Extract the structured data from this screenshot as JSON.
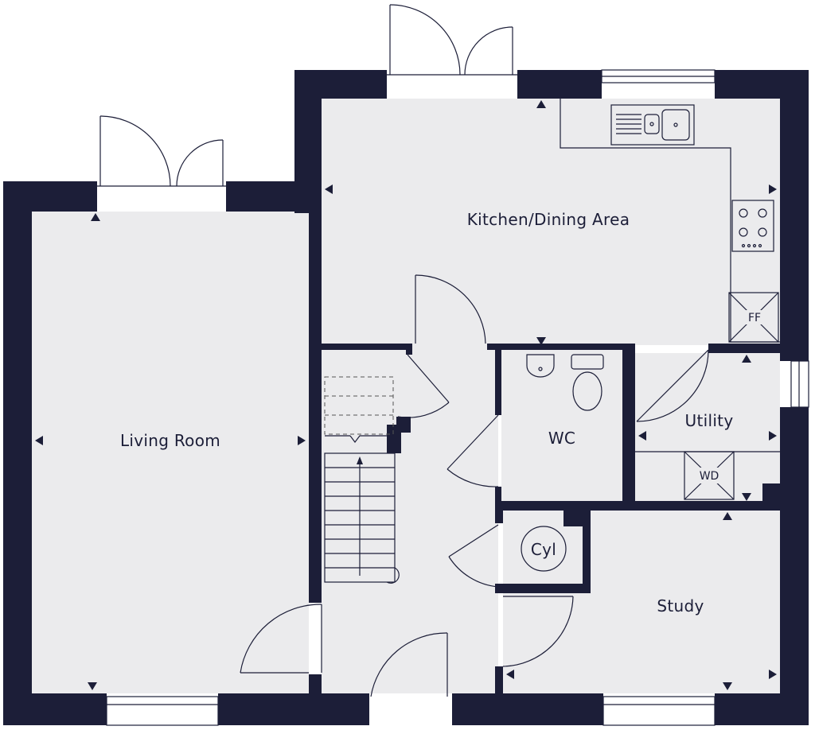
{
  "rooms": {
    "kitchen": "Kitchen/Dining Area",
    "living": "Living Room",
    "utility": "Utility",
    "wc": "WC",
    "study": "Study"
  },
  "fixtures": {
    "fridge_freezer": "FF",
    "washer_dryer": "WD",
    "cylinder": "Cyl"
  },
  "colors": {
    "wall": "#1c1e38",
    "floor": "#ebebed",
    "background": "#ffffff"
  }
}
